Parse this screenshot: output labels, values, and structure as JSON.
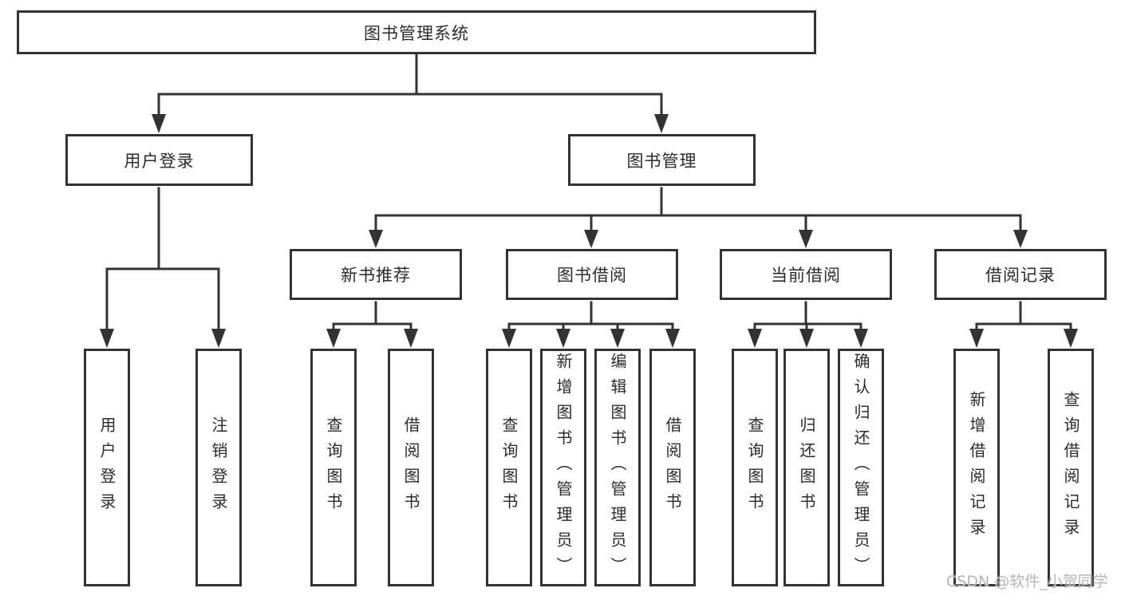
{
  "diagram": {
    "root": "图书管理系统",
    "branches": [
      {
        "label": "用户登录",
        "children": [
          "用户登录",
          "注销登录"
        ]
      },
      {
        "label": "图书管理",
        "groups": [
          {
            "label": "新书推荐",
            "children": [
              "查询图书",
              "借阅图书"
            ]
          },
          {
            "label": "图书借阅",
            "children": [
              "查询图书",
              "新增图书（管理员）",
              "编辑图书（管理员）",
              "借阅图书"
            ]
          },
          {
            "label": "当前借阅",
            "children": [
              "查询图书",
              "归还图书",
              "确认归还（管理员）"
            ]
          },
          {
            "label": "借阅记录",
            "children": [
              "新增借阅记录",
              "查询借阅记录"
            ]
          }
        ]
      }
    ]
  },
  "watermark": {
    "text": "CSDN @软件_小贺同学",
    "color": "#b5b5b5"
  },
  "colors": {
    "line": "#333333",
    "box_border": "#333333",
    "box_fill": "#ffffff",
    "text": "#2b2b2b",
    "background": "#ffffff"
  }
}
